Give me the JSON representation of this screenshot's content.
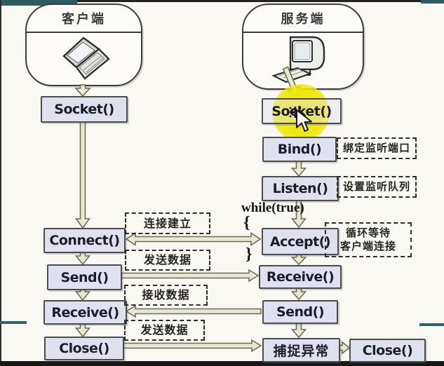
{
  "client": {
    "title": "客户端",
    "boxes": {
      "socket": "Socket()",
      "connect": "Connect()",
      "send": "Send()",
      "receive": "Receive()",
      "close": "Close()"
    }
  },
  "server": {
    "title": "服务端",
    "boxes": {
      "socket": "Socket()",
      "bind": "Bind()",
      "listen": "Listen()",
      "accept": "Accept()",
      "receive": "Receive()",
      "send": "Send()",
      "catch_exception": "捕捉异常",
      "close": "Close()"
    },
    "annotations": {
      "bind": "绑定监听端口",
      "listen": "设置监听队列",
      "accept_line1": "循环等待",
      "accept_line2": "客户端连接"
    },
    "loop": {
      "keyword": "while(true)",
      "open_brace": "{",
      "close_brace": "}"
    }
  },
  "links": {
    "establish": "连接建立",
    "send_data_1": "发送数据",
    "receive_data": "接收数据",
    "send_data_2": "发送数据"
  },
  "colors": {
    "box_fill": "#dfe2ee",
    "arrow_fill": "#e8e8d0",
    "highlight_yellow": "#efe708",
    "teal_accent": "#2d5c60"
  }
}
